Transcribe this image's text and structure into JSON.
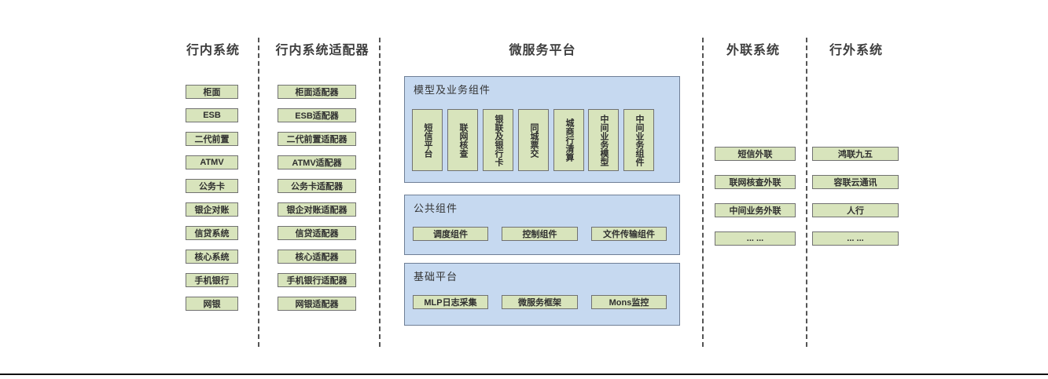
{
  "colors": {
    "box_fill": "#d8e4bc",
    "box_border": "#717171",
    "panel_fill": "#c6d9f0",
    "panel_border": "#6f7f96",
    "divider": "#555555",
    "title_text": "#3d3d3d",
    "label_text": "#2f2f2f",
    "bottom_rule": "#111111"
  },
  "left_columns": [
    {
      "title": "行内系统",
      "items": [
        "柜面",
        "ESB",
        "二代前置",
        "ATMV",
        "公务卡",
        "银企对账",
        "信贷系统",
        "核心系统",
        "手机银行",
        "网银"
      ]
    },
    {
      "title": "行内系统适配器",
      "items": [
        "柜面适配器",
        "ESB适配器",
        "二代前置适配器",
        "ATMV适配器",
        "公务卡适配器",
        "银企对账适配器",
        "信贷适配器",
        "核心适配器",
        "手机银行适配器",
        "网银适配器"
      ]
    }
  ],
  "platform": {
    "title": "微服务平台",
    "panels": [
      {
        "label": "模型及业务组件",
        "items": [
          "短信平台",
          "联网核查",
          "银联及银行卡",
          "同城票交",
          "城商行清算",
          "中间业务模型",
          "中间业务组件"
        ]
      },
      {
        "label": "公共组件",
        "items": [
          "调度组件",
          "控制组件",
          "文件传输组件"
        ]
      },
      {
        "label": "基础平台",
        "items": [
          "MLP日志采集",
          "微服务框架",
          "Mons监控"
        ]
      }
    ]
  },
  "right_columns": [
    {
      "title": "外联系统",
      "items": [
        "短信外联",
        "联网核查外联",
        "中间业务外联",
        "... ..."
      ]
    },
    {
      "title": "行外系统",
      "items": [
        "鸿联九五",
        "容联云通讯",
        "人行",
        "... ..."
      ]
    }
  ]
}
